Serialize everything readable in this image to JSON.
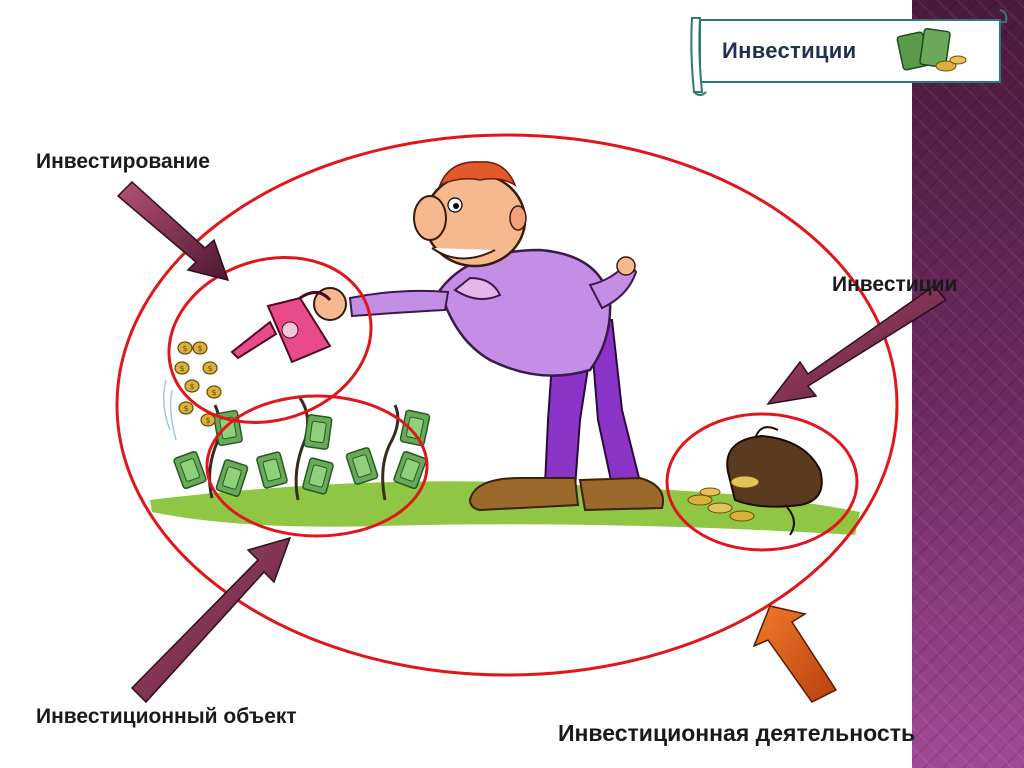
{
  "slide": {
    "title": "Инвестиции",
    "labels": {
      "investing": "Инвестирование",
      "investments": "Инвестиции",
      "object": "Инвестиционный объект",
      "activity": "Инвестиционная деятельность"
    }
  },
  "colors": {
    "circle": "#e0161b",
    "arrow_dark": "#5c1c35",
    "arrow_light": "#a8456b",
    "arrow_orange": "#d2541b",
    "grass": "#8fc643",
    "money_green": "#5a9a4a",
    "shirt": "#b47de0",
    "pants": "#8b34c8",
    "side_panel": "#6f2b63",
    "title_text": "#1f3050"
  },
  "icons": [
    "money-pile-icon"
  ]
}
